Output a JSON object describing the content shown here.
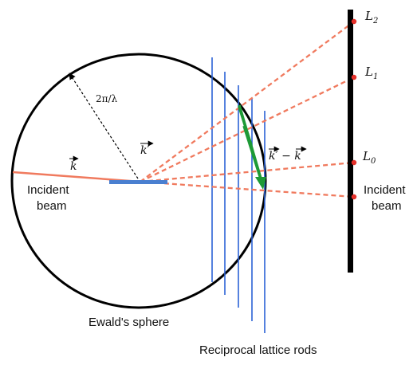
{
  "labels": {
    "radius": "2π/λ",
    "k_vec": "k",
    "k_prime_vec": "k′",
    "diff_vec": "k′ − k",
    "incident_beam_left_1": "Incident",
    "incident_beam_left_2": "beam",
    "incident_beam_right_1": "Incident",
    "incident_beam_right_2": "beam",
    "ewald_sphere": "Ewald's sphere",
    "lattice_rods": "Reciprocal lattice rods",
    "L2": "L2",
    "L1": "L1",
    "L0": "L0"
  },
  "colors": {
    "sphere": "#000000",
    "beam": "#f07a5e",
    "rods": "#2b62d6",
    "sample": "#4a7fd0",
    "green": "#1e9a36",
    "detector": "#000000",
    "spot": "#e5302a"
  }
}
